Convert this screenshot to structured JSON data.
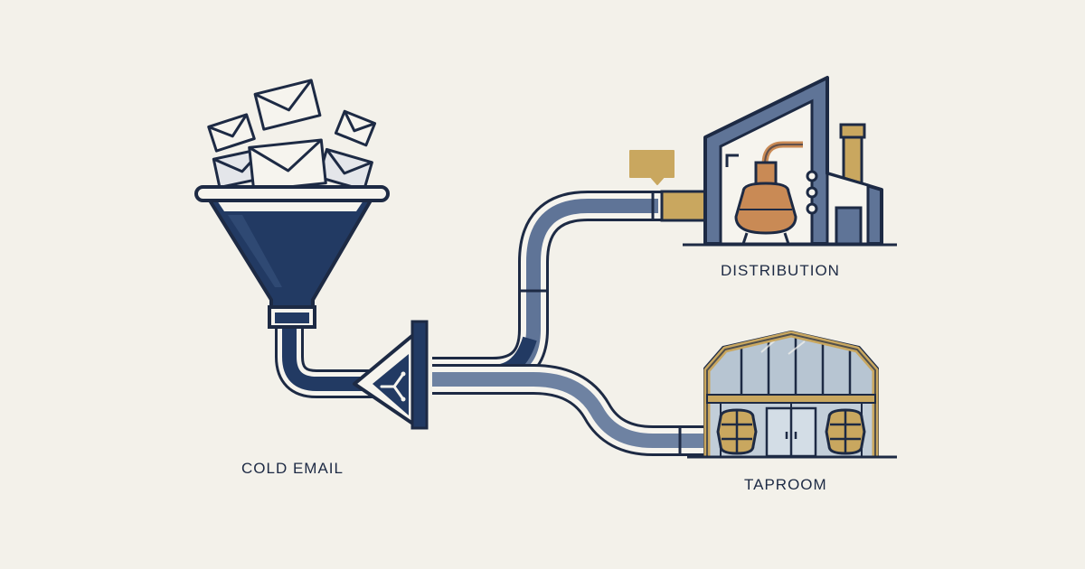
{
  "labels": {
    "source": "COLD EMAIL",
    "channel_top": "DISTRIBUTION",
    "channel_bottom": "TAPROOM"
  },
  "colors": {
    "background": "#f3f1ea",
    "navy": "#1d2a44",
    "navy_fill": "#223a63",
    "steel": "#5f7497",
    "gold": "#c9a75f",
    "copper": "#c98a55",
    "glass": "#a9b9c8",
    "paper": "#f6f4ee"
  },
  "icons": [
    "envelope-icon",
    "funnel-icon",
    "splitter-valve-icon",
    "distillery-icon",
    "copper-still-icon",
    "barn-taproom-icon",
    "barrel-icon",
    "speech-bubble-icon"
  ]
}
